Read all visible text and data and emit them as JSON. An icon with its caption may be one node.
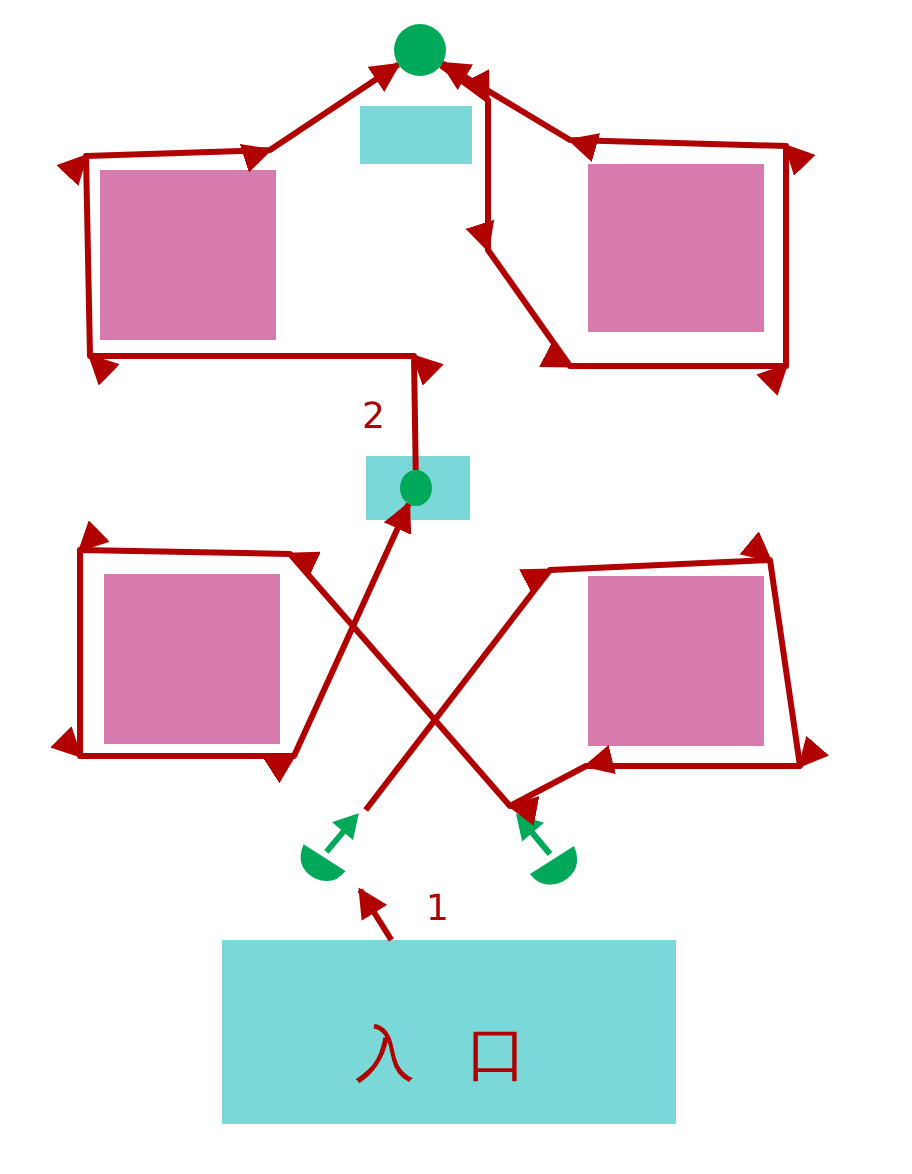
{
  "diagram": {
    "nodes": [
      {
        "text": [],
        "shape": "circle"
      },
      {
        "text": [],
        "shape": "box"
      },
      {
        "text": [],
        "shape": "box"
      },
      {
        "text": [],
        "shape": "box"
      },
      {
        "text": [],
        "shape": "box"
      },
      {
        "text": [],
        "shape": "circle",
        "in": 4
      },
      {
        "text": [],
        "shape": "box"
      },
      {
        "text": [],
        "shape": "box"
      },
      {
        "text": [],
        "shape": "semicircle"
      },
      {
        "text": [],
        "shape": "semicircle"
      },
      {
        "text": [
          "入 口"
        ]
      }
    ],
    "edges": [
      {
        "from": 10,
        "to": 8,
        "arrow": "to",
        "label": "1"
      },
      {
        "from": 8,
        "to": 5,
        "arrow": "to"
      },
      {
        "from": 5,
        "to": 0,
        "arrow": "to",
        "label": "2"
      },
      {
        "from": 0,
        "to": 0,
        "arrow": "to"
      }
    ]
  }
}
